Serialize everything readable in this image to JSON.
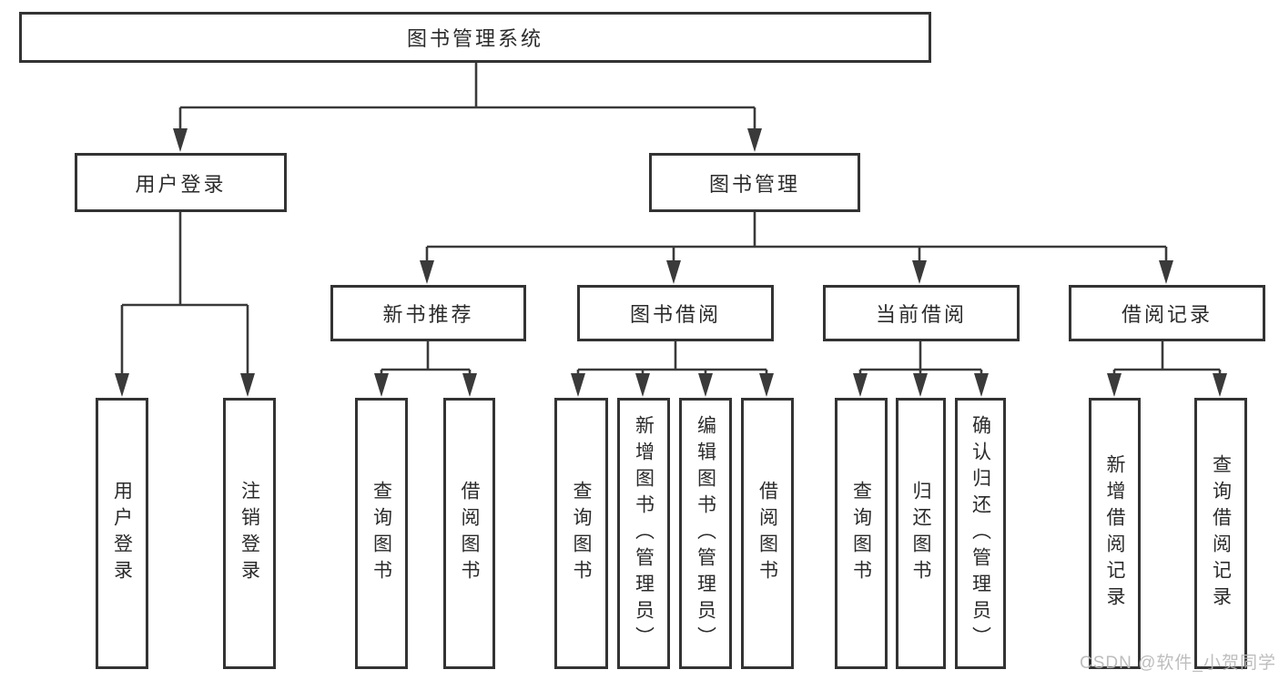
{
  "tree": {
    "label": "图书管理系统",
    "children": [
      {
        "label": "用户登录",
        "children": [
          {
            "label": "用户登录"
          },
          {
            "label": "注销登录"
          }
        ]
      },
      {
        "label": "图书管理",
        "children": [
          {
            "label": "新书推荐",
            "children": [
              {
                "label": "查询图书"
              },
              {
                "label": "借阅图书"
              }
            ]
          },
          {
            "label": "图书借阅",
            "children": [
              {
                "label": "查询图书"
              },
              {
                "label": "新增图书（管理员）"
              },
              {
                "label": "编辑图书（管理员）"
              },
              {
                "label": "借阅图书"
              }
            ]
          },
          {
            "label": "当前借阅",
            "children": [
              {
                "label": "查询图书"
              },
              {
                "label": "归还图书"
              },
              {
                "label": "确认归还（管理员）"
              }
            ]
          },
          {
            "label": "借阅记录",
            "children": [
              {
                "label": "新增借阅记录"
              },
              {
                "label": "查询借阅记录"
              }
            ]
          }
        ]
      }
    ]
  },
  "watermark": {
    "text": "CSDN @软件_小贺同学"
  },
  "colors": {
    "line": "#3a3a3a",
    "border": "#333333",
    "text": "#2b2b2b",
    "watermark_text": "#b8b8b8",
    "background": "#ffffff"
  }
}
